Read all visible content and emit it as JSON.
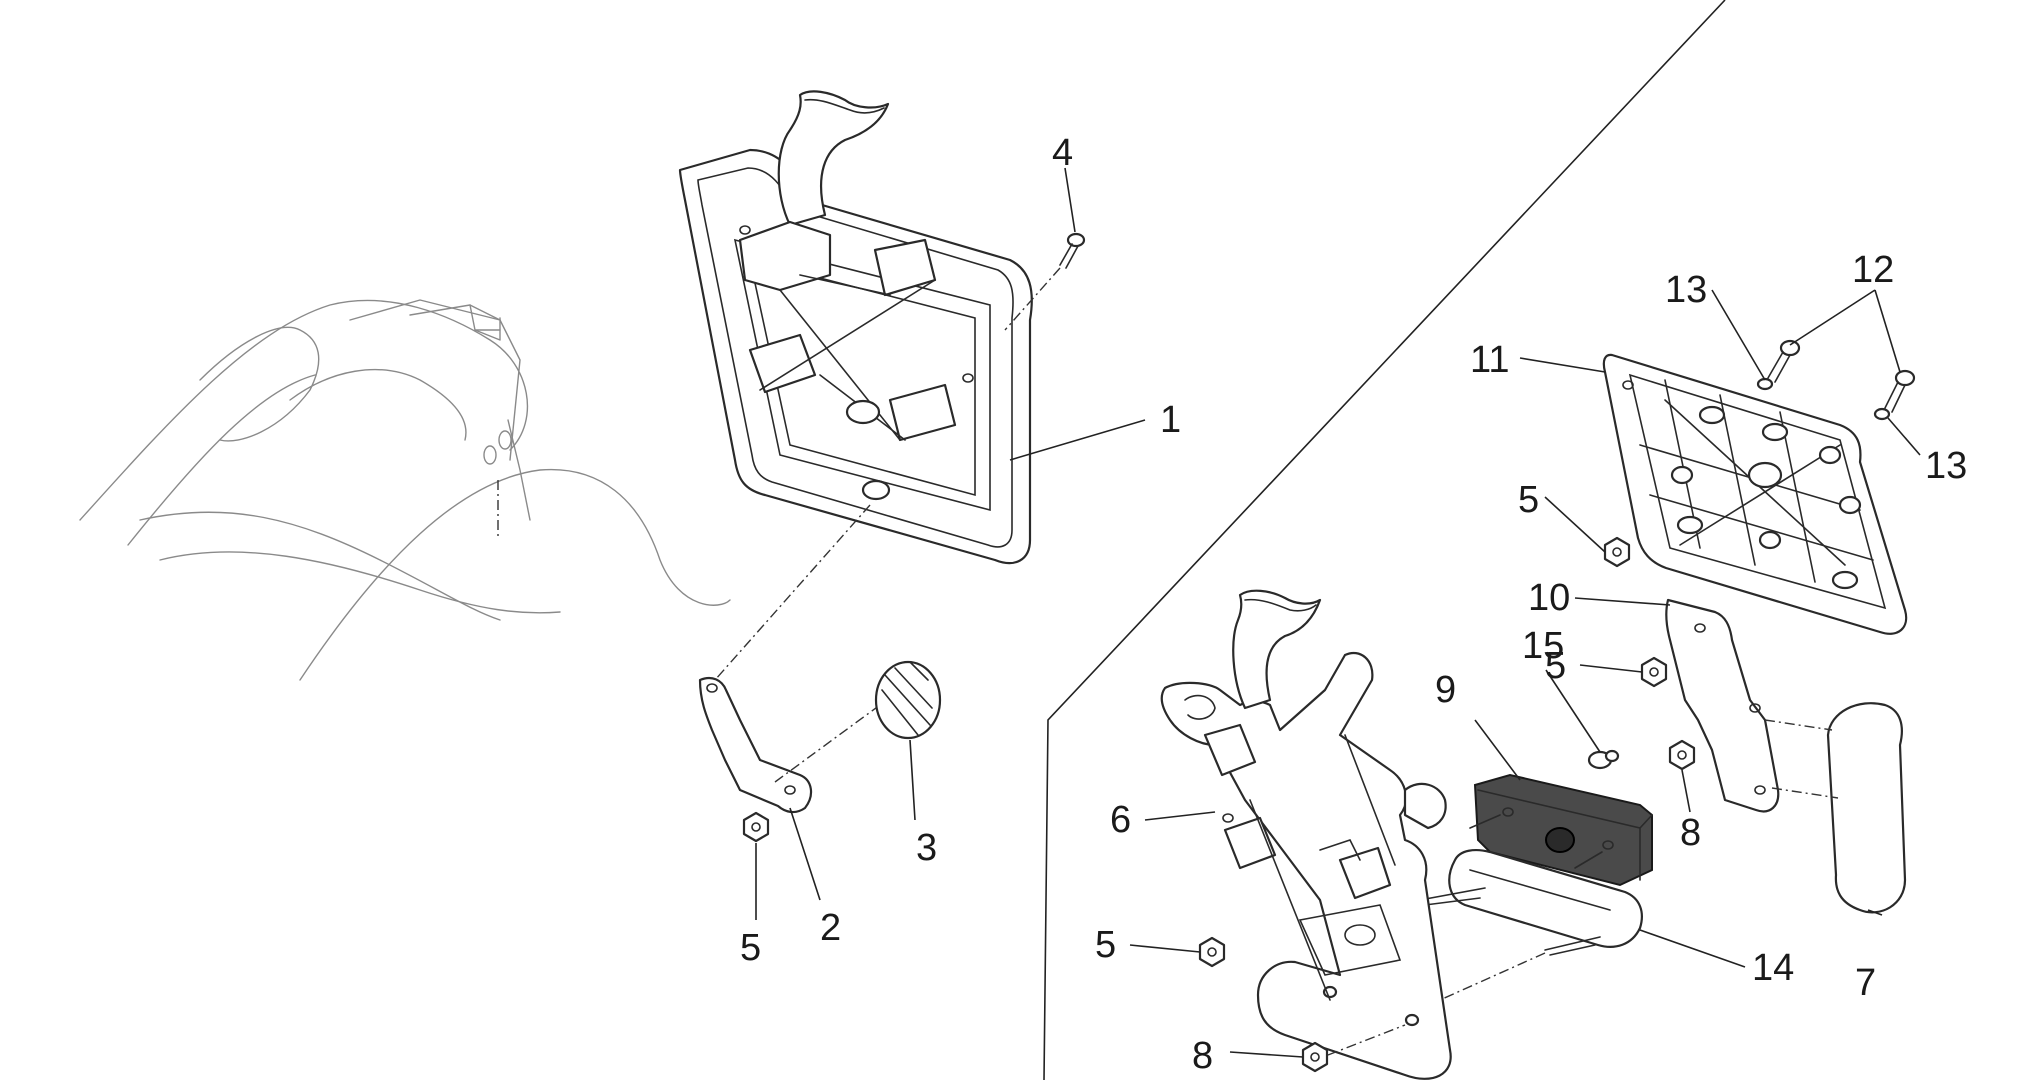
{
  "diagram": {
    "callouts": [
      {
        "id": "c1",
        "label": "1"
      },
      {
        "id": "c2",
        "label": "2"
      },
      {
        "id": "c3",
        "label": "3"
      },
      {
        "id": "c4",
        "label": "4"
      },
      {
        "id": "c5a",
        "label": "5"
      },
      {
        "id": "c5b",
        "label": "5"
      },
      {
        "id": "c5c",
        "label": "5"
      },
      {
        "id": "c5d",
        "label": "5"
      },
      {
        "id": "c6",
        "label": "6"
      },
      {
        "id": "c7",
        "label": "7"
      },
      {
        "id": "c8a",
        "label": "8"
      },
      {
        "id": "c8b",
        "label": "8"
      },
      {
        "id": "c9",
        "label": "9"
      },
      {
        "id": "c10",
        "label": "10"
      },
      {
        "id": "c11",
        "label": "11"
      },
      {
        "id": "c12",
        "label": "12"
      },
      {
        "id": "c13a",
        "label": "13"
      },
      {
        "id": "c13b",
        "label": "13"
      },
      {
        "id": "c14",
        "label": "14"
      },
      {
        "id": "c15",
        "label": "15"
      }
    ]
  }
}
